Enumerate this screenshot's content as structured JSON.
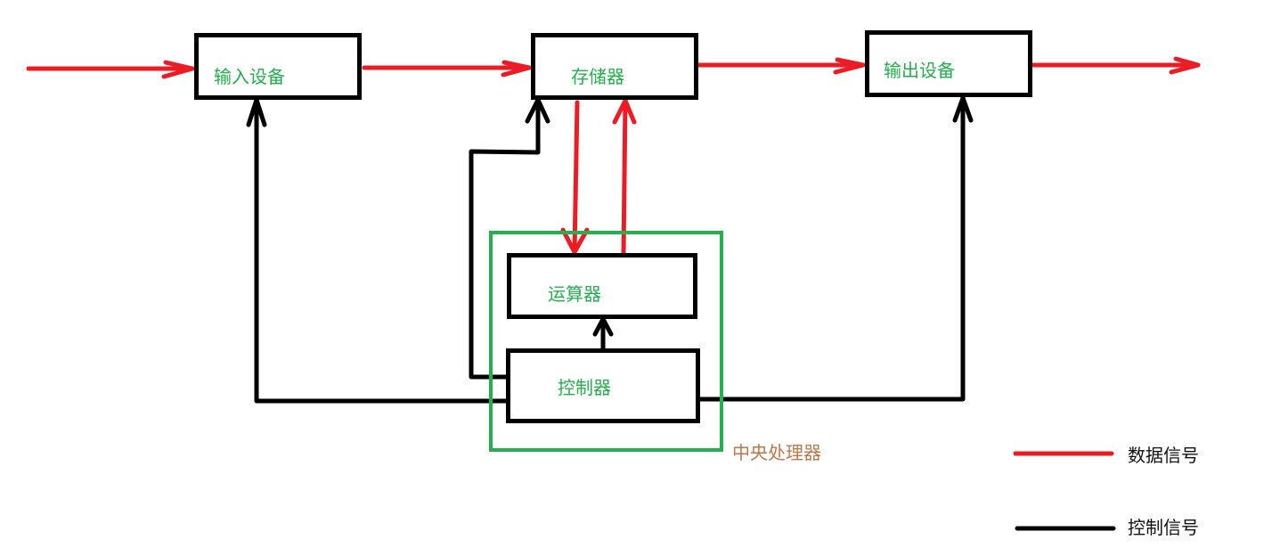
{
  "colors": {
    "data_signal": "#ed1c24",
    "control_signal": "#000000",
    "component_text": "#22b14c",
    "cpu_frame": "#22b14c",
    "cpu_label": "#c0784a"
  },
  "components": {
    "input": "输入设备",
    "memory": "存储器",
    "output": "输出设备",
    "alu": "运算器",
    "controller": "控制器"
  },
  "cpu_label": "中央处理器",
  "legend": [
    {
      "label": "数据信号",
      "type": "data"
    },
    {
      "label": "控制信号",
      "type": "control"
    }
  ],
  "connections": [
    {
      "from": "external",
      "to": "input",
      "type": "data"
    },
    {
      "from": "input",
      "to": "memory",
      "type": "data"
    },
    {
      "from": "memory",
      "to": "output",
      "type": "data"
    },
    {
      "from": "output",
      "to": "external",
      "type": "data"
    },
    {
      "from": "memory",
      "to": "alu",
      "type": "data"
    },
    {
      "from": "alu",
      "to": "memory",
      "type": "data"
    },
    {
      "from": "controller",
      "to": "input",
      "type": "control"
    },
    {
      "from": "controller",
      "to": "memory",
      "type": "control"
    },
    {
      "from": "controller",
      "to": "output",
      "type": "control"
    },
    {
      "from": "controller",
      "to": "alu",
      "type": "control"
    }
  ]
}
